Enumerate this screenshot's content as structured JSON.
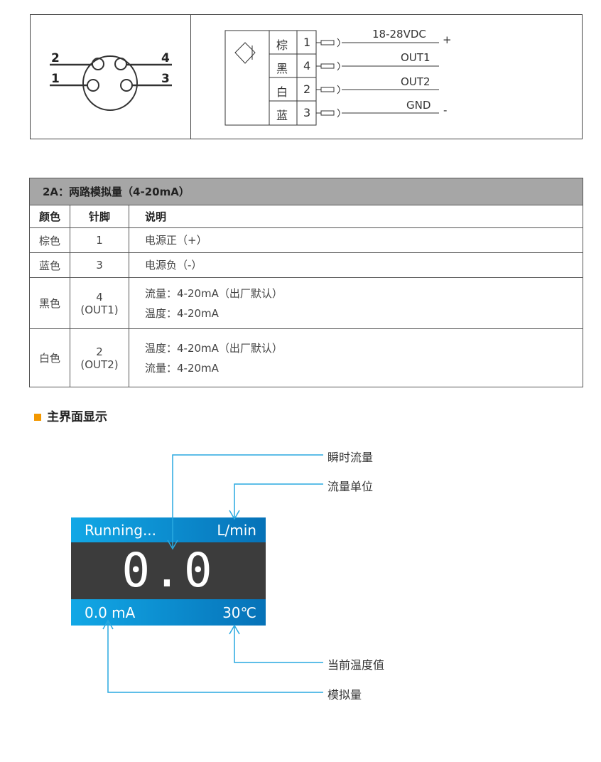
{
  "connector": {
    "pins": [
      "2",
      "4",
      "1",
      "3"
    ]
  },
  "wiring": {
    "rows": [
      {
        "color": "棕",
        "pin": "1",
        "signal": "18-28VDC",
        "polarity": "+"
      },
      {
        "color": "黑",
        "pin": "4",
        "signal": "OUT1",
        "polarity": ""
      },
      {
        "color": "白",
        "pin": "2",
        "signal": "OUT2",
        "polarity": ""
      },
      {
        "color": "蓝",
        "pin": "3",
        "signal": "GND",
        "polarity": "-"
      }
    ]
  },
  "table": {
    "title": "2A：两路模拟量（4-20mA）",
    "headers": [
      "颜色",
      "针脚",
      "说明"
    ],
    "rows": [
      {
        "color": "棕色",
        "pin": "1",
        "pin2": "",
        "desc1": "电源正（+）",
        "desc2": ""
      },
      {
        "color": "蓝色",
        "pin": "3",
        "pin2": "",
        "desc1": "电源负（-）",
        "desc2": ""
      },
      {
        "color": "黑色",
        "pin": "4",
        "pin2": "(OUT1)",
        "desc1": "流量：4-20mA（出厂默认）",
        "desc2": "温度：4-20mA"
      },
      {
        "color": "白色",
        "pin": "2",
        "pin2": "(OUT2)",
        "desc1": "温度：4-20mA（出厂默认）",
        "desc2": "流量：4-20mA"
      }
    ]
  },
  "section": {
    "title": "主界面显示"
  },
  "display": {
    "status": "Running...",
    "unit": "L/min",
    "value": "0.0",
    "analog": "0.0 mA",
    "temp": "30℃"
  },
  "annotations": {
    "flow": "瞬时流量",
    "unit": "流量单位",
    "temp": "当前温度值",
    "analog": "模拟量"
  },
  "colors": {
    "accent": "#29a9e0",
    "orange": "#f39800"
  }
}
